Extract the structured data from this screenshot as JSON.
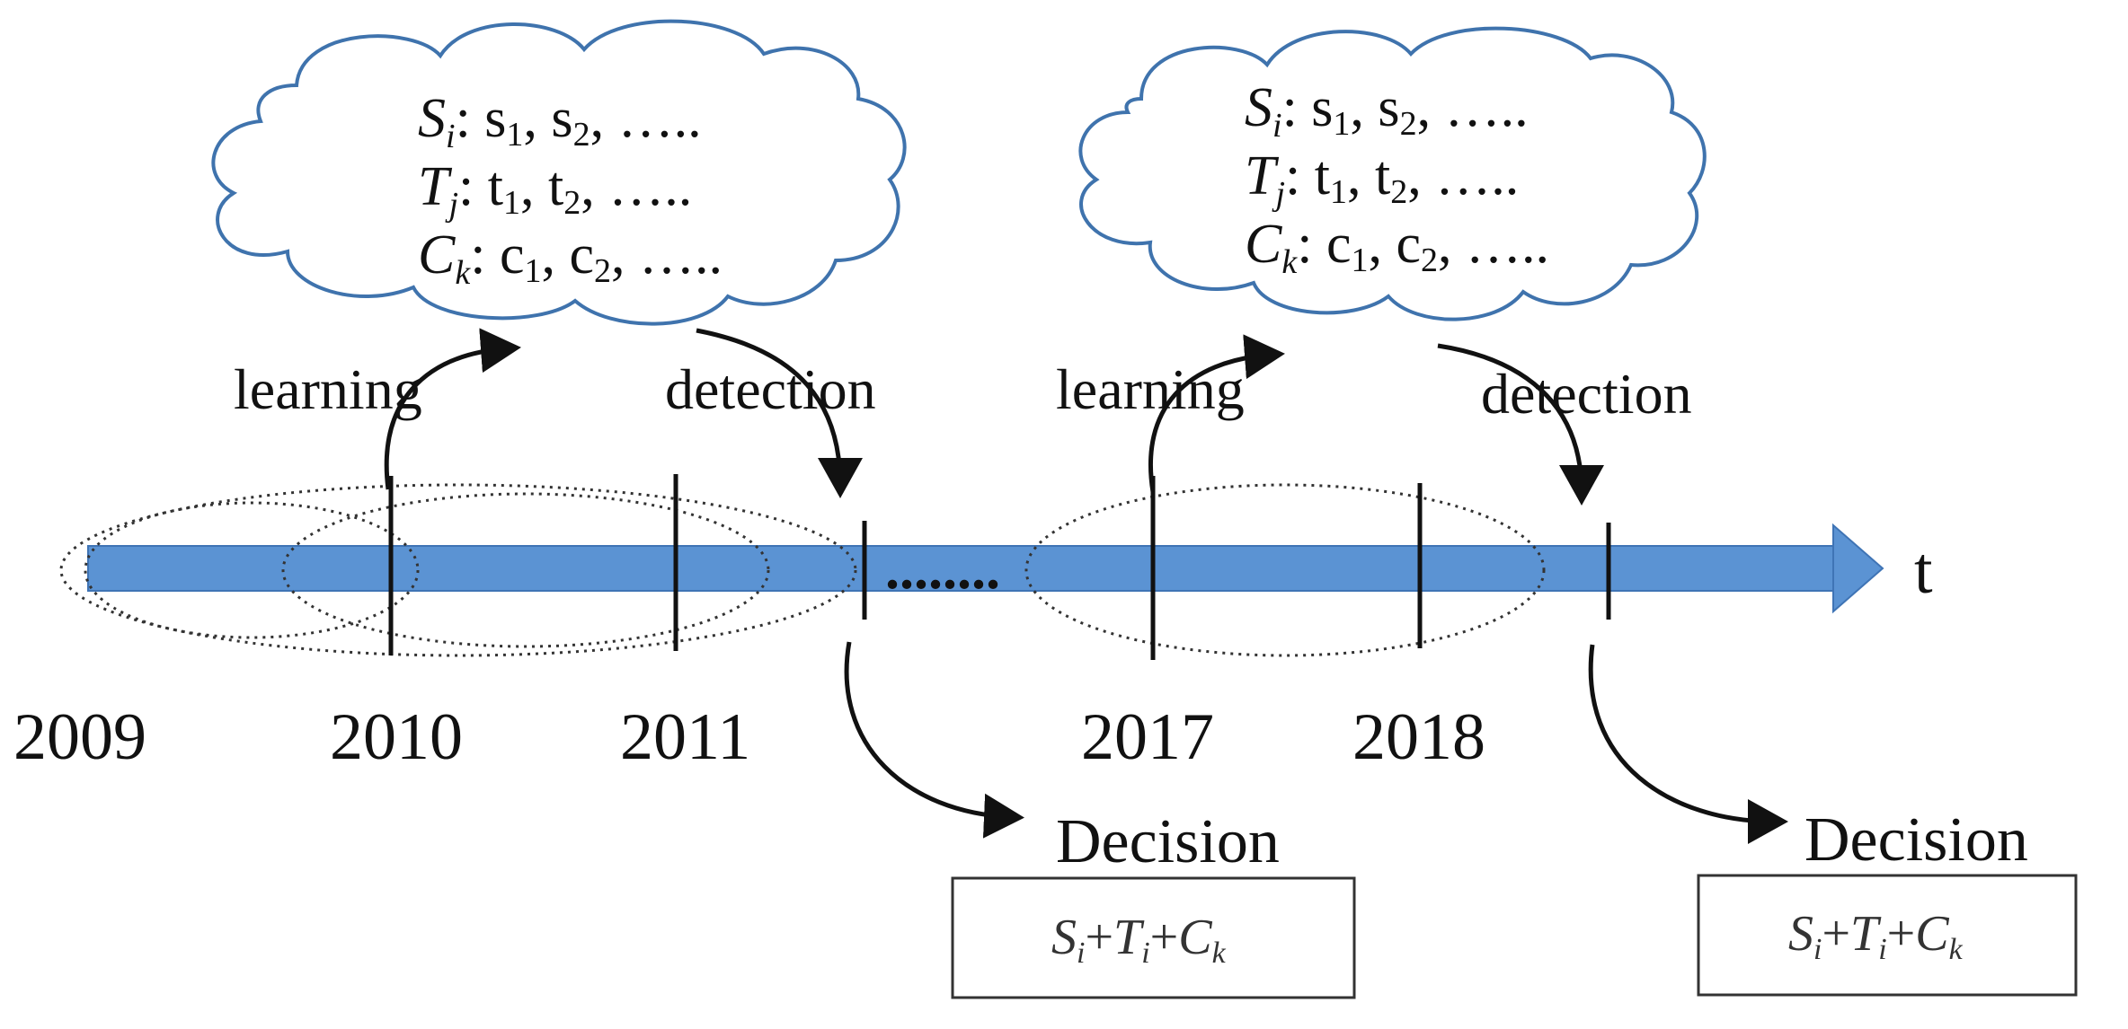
{
  "diagram": {
    "time_axis_label": "t",
    "gap_marker": "........",
    "years": [
      "2009",
      "2010",
      "2011",
      "2017",
      "2018"
    ],
    "groups": [
      {
        "cloud": {
          "line1": {
            "var": "S",
            "sub": "i",
            "rest": ": s",
            "a": "1",
            "mid": ", s",
            "b": "2",
            "tail": ", ….."
          },
          "line2": {
            "var": "T",
            "sub": "j",
            "rest": ": t",
            "a": "1",
            "mid": ", t",
            "b": "2",
            "tail": ", ….."
          },
          "line3": {
            "var": "C",
            "sub": "k",
            "rest": ": c",
            "a": "1",
            "mid": ", c",
            "b": "2",
            "tail": ", ….."
          }
        },
        "learning_label": "learning",
        "detection_label": "detection",
        "decision_label": "Decision",
        "formula": {
          "s": "S",
          "si": "i",
          "plus1": "+",
          "t": "T",
          "ti": "i",
          "plus2": "+",
          "c": "C",
          "ck": "k"
        }
      },
      {
        "cloud": {
          "line1": {
            "var": "S",
            "sub": "i",
            "rest": ": s",
            "a": "1",
            "mid": ", s",
            "b": "2",
            "tail": ", ….."
          },
          "line2": {
            "var": "T",
            "sub": "j",
            "rest": ": t",
            "a": "1",
            "mid": ", t",
            "b": "2",
            "tail": ", ….."
          },
          "line3": {
            "var": "C",
            "sub": "k",
            "rest": ": c",
            "a": "1",
            "mid": ", c",
            "b": "2",
            "tail": ", ….."
          }
        },
        "learning_label": "learning",
        "detection_label": "detection",
        "decision_label": "Decision",
        "formula": {
          "s": "S",
          "si": "i",
          "plus1": "+",
          "t": "T",
          "ti": "i",
          "plus2": "+",
          "c": "C",
          "ck": "k"
        }
      }
    ],
    "colors": {
      "timeline": "#5b93d3",
      "timeline_stroke": "#3f74b5",
      "cloud_stroke": "#3f73ad",
      "ink": "#111111"
    }
  }
}
